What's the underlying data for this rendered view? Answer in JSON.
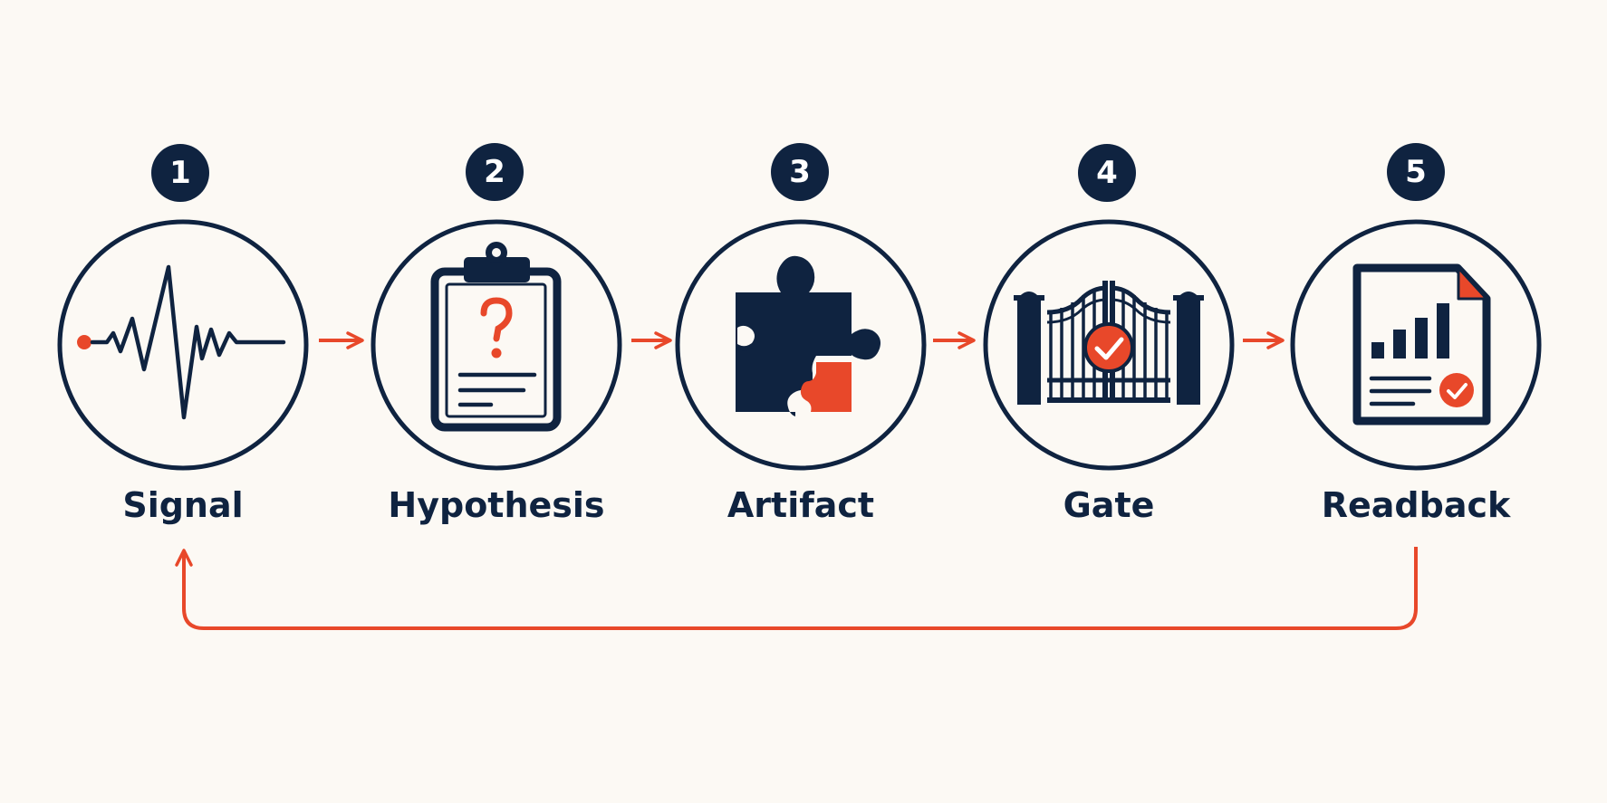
{
  "steps": [
    {
      "number": "1",
      "label": "Signal",
      "icon": "heartbeat-signal-icon"
    },
    {
      "number": "2",
      "label": "Hypothesis",
      "icon": "clipboard-question-icon"
    },
    {
      "number": "3",
      "label": "Artifact",
      "icon": "puzzle-piece-icon"
    },
    {
      "number": "4",
      "label": "Gate",
      "icon": "gate-check-icon"
    },
    {
      "number": "5",
      "label": "Readback",
      "icon": "report-chart-check-icon"
    }
  ],
  "colors": {
    "navy": "#0f2340",
    "accent": "#e8482a",
    "background": "#fcf9f4"
  }
}
